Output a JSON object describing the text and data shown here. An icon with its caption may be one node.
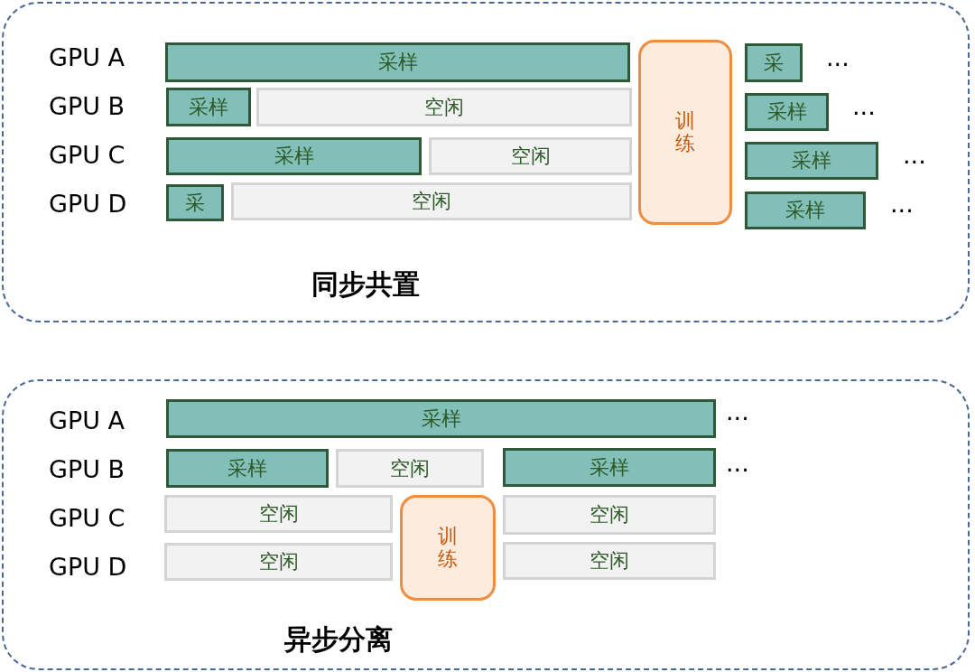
{
  "diagram": {
    "nodes": [
      {
        "text": [
          "同步共置"
        ]
      },
      {
        "text": [
          "采样"
        ],
        "in": 0
      },
      {
        "text": [
          "训练"
        ],
        "in": 0
      },
      {
        "text": [
          "采"
        ],
        "in": 0
      },
      {
        "text": [
          "采样"
        ],
        "in": 0
      },
      {
        "text": [
          "空闲"
        ],
        "in": 0
      },
      {
        "text": [
          "采样"
        ],
        "in": 0
      },
      {
        "text": [
          "采样"
        ],
        "in": 0
      },
      {
        "text": [
          "空闲"
        ],
        "in": 0
      },
      {
        "text": [
          "采样"
        ],
        "in": 0
      },
      {
        "text": [
          "采"
        ],
        "in": 0
      },
      {
        "text": [
          "空闲"
        ],
        "in": 0
      },
      {
        "text": [
          "采样"
        ],
        "in": 0
      },
      {
        "text": [
          "异步分离"
        ]
      },
      {
        "text": [
          "采样"
        ],
        "in": 13
      },
      {
        "text": [
          "采样"
        ],
        "in": 13
      },
      {
        "text": [
          "空闲"
        ],
        "in": 13
      },
      {
        "text": [
          "采样"
        ],
        "in": 13
      },
      {
        "text": [
          "空闲"
        ],
        "in": 13
      },
      {
        "text": [
          "训练"
        ],
        "in": 13
      },
      {
        "text": [
          "空闲"
        ],
        "in": 13
      },
      {
        "text": [
          "空闲"
        ],
        "in": 13
      },
      {
        "text": [
          "空闲"
        ],
        "in": 13
      }
    ],
    "labels": [
      "GPU A",
      "···",
      "GPU B",
      "···",
      "GPU C",
      "···",
      "GPU D",
      "···",
      "GPU A",
      "···",
      "GPU B",
      "···",
      "GPU C",
      "GPU D"
    ]
  }
}
